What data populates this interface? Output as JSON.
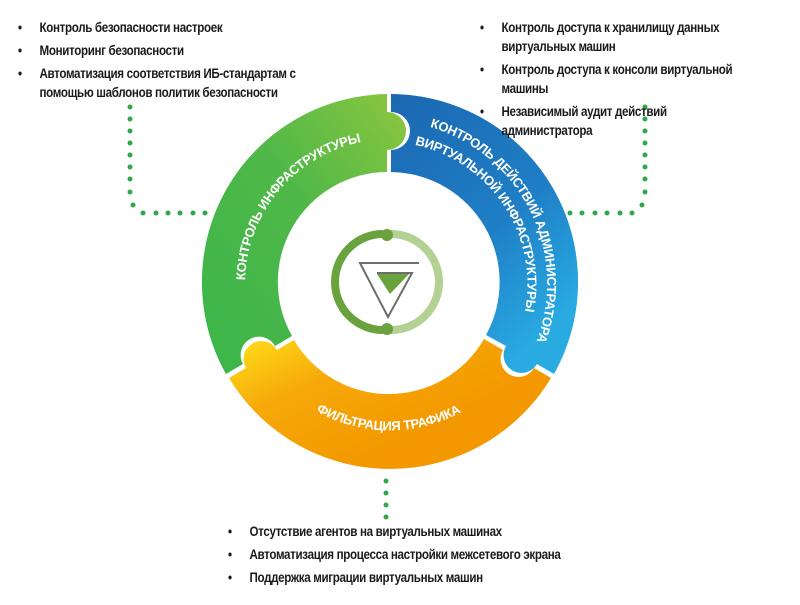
{
  "segments": [
    {
      "id": "infrastructure",
      "title": "КОНТРОЛЬ ИНФРАСТРУКТУРЫ",
      "color_start": "#3ab54a",
      "color_end": "#8dc63f",
      "items": [
        "Контроль безопасности настроек",
        "Мониторинг безопасности",
        "Автоматизация соответствия ИБ-стандартам с помощью шаблонов политик безопасности"
      ]
    },
    {
      "id": "admin",
      "title_line1": "КОНТРОЛЬ ДЕЙСТВИЙ АДМИНИСТРАТОРА",
      "title_line2": "ВИРТУАЛЬНОЙ ИНФРАСТРУКТУРЫ",
      "color_start": "#1c6db5",
      "color_end": "#27a9e1",
      "items": [
        "Контроль доступа к хранилищу данных виртуальных машин",
        "Контроль доступа к консоли виртуальной машины",
        "Независимый аудит действий администратора"
      ]
    },
    {
      "id": "traffic",
      "title": "ФИЛЬТРАЦИЯ ТРАФИКА",
      "color_start": "#ffdd1a",
      "color_end": "#f39800",
      "items": [
        "Отсутствие агентов на виртуальных машинах",
        "Автоматизация процесса настройки межсетевого экрана",
        "Поддержка миграции виртуальных машин"
      ]
    }
  ],
  "bullet": "•",
  "connector_color": "#2ea84a",
  "logo": {
    "ring_dark": "#6aa33d",
    "ring_light": "#b3d192",
    "triangle_fill": "#6aa33d",
    "outline": "#6d6d6d"
  }
}
